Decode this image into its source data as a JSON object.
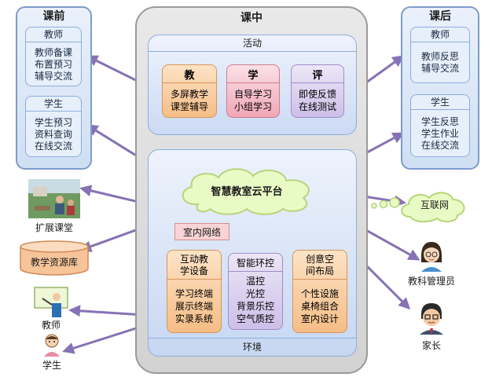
{
  "before": {
    "title": "课前",
    "teacher": {
      "header": "教师",
      "lines": [
        "教师备课",
        "布置预习",
        "辅导交流"
      ]
    },
    "student": {
      "header": "学生",
      "lines": [
        "学生预习",
        "资料查询",
        "在线交流"
      ]
    }
  },
  "during": {
    "title": "课中",
    "activity": {
      "label": "活动",
      "teach": {
        "header": "教",
        "lines": [
          "多屏教学",
          "课堂辅导"
        ]
      },
      "learn": {
        "header": "学",
        "lines": [
          "自导学习",
          "小组学习"
        ]
      },
      "evaluate": {
        "header": "评",
        "lines": [
          "即使反馈",
          "在线测试"
        ]
      }
    },
    "environment": {
      "label": "环境",
      "cloud": "智慧教室云平台",
      "network": "室内网络",
      "device": {
        "header_lines": [
          "互动教",
          "学设备"
        ],
        "lines": [
          "学习终端",
          "展示终端",
          "实录系统"
        ]
      },
      "control": {
        "header": "智能环控",
        "lines": [
          "温控",
          "光控",
          "背景乐控",
          "空气质控"
        ]
      },
      "space": {
        "header_lines": [
          "创意空",
          "间布局"
        ],
        "lines": [
          "个性设施",
          "桌椅组合",
          "室内设计"
        ]
      }
    }
  },
  "after": {
    "title": "课后",
    "teacher": {
      "header": "教师",
      "lines": [
        "教师反思",
        "辅导交流"
      ]
    },
    "student": {
      "header": "学生",
      "lines": [
        "学生反思",
        "学生作业",
        "在线交流"
      ]
    }
  },
  "left": {
    "extended": "扩展课堂",
    "resources": "教学资源库",
    "teacher": "教师",
    "student": "学生"
  },
  "right": {
    "internet": "互联网",
    "admin": "教科管理员",
    "parent": "家长"
  },
  "colors": {
    "arrow": "#8672b4",
    "panel_border": "#7d9cc9"
  }
}
